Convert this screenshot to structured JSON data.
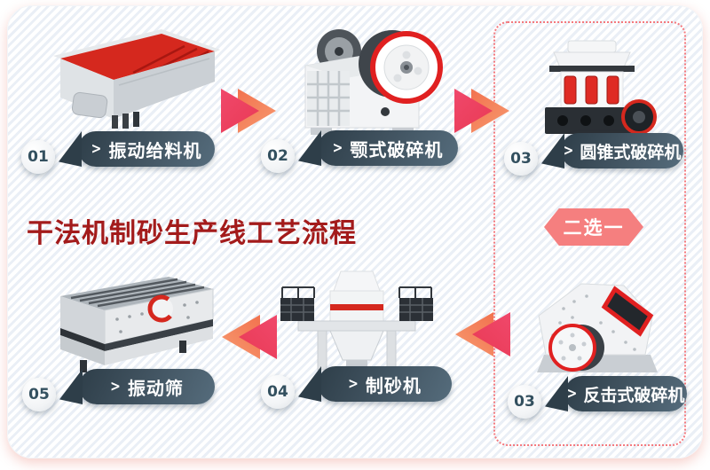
{
  "diagram": {
    "title": "干法机制砂生产线工艺流程",
    "badge": "二选一",
    "chevron": ">",
    "steps": {
      "feeder": {
        "number": "01",
        "label": "振动给料机"
      },
      "jaw": {
        "number": "02",
        "label": "颚式破碎机"
      },
      "cone": {
        "number": "03",
        "label": "圆锥式破碎机"
      },
      "impact": {
        "number": "03",
        "label": "反击式破碎机"
      },
      "sand": {
        "number": "04",
        "label": "制砂机"
      },
      "screen": {
        "number": "05",
        "label": "振动筛"
      }
    },
    "colors": {
      "title": "#A31B1B",
      "badge_bg": "#F57F7F",
      "arrow_front": "#EC3F5E",
      "arrow_back": "#F58B64",
      "label_pill_dark": "#2E3E49",
      "label_pill_light": "#556C7C",
      "step_number_text": "#33505F",
      "dashed_border": "#F4797E",
      "machine_red": "#D5281E",
      "card_stripe": "#EAEFF6"
    }
  }
}
